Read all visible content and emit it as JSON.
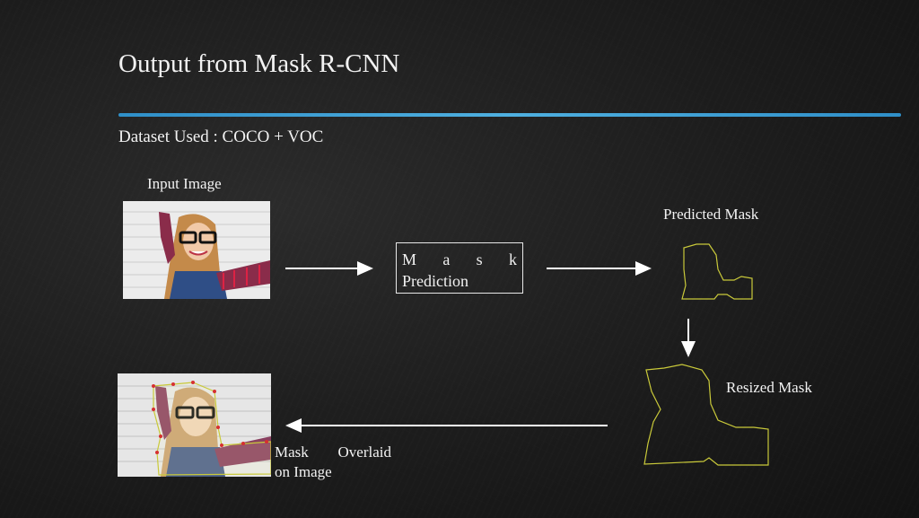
{
  "slide": {
    "title": "Output from Mask R-CNN",
    "dataset": "Dataset Used : COCO + VOC",
    "input_label": "Input Image",
    "predicted_label": "Predicted Mask",
    "resized_label": "Resized Mask",
    "mask_prediction": {
      "word1": [
        "M",
        "a",
        "s",
        "k"
      ],
      "word2": "Prediction"
    },
    "overlay_label": {
      "line1": [
        "Mask",
        "Overlaid"
      ],
      "line2": "on Image"
    }
  },
  "colors": {
    "background": "#1c1c1c",
    "accent_rule": "#3ca0d8",
    "text": "#f2f2f2",
    "mask_outline": "#c9c93a",
    "overlay_dots": "#d63030"
  }
}
